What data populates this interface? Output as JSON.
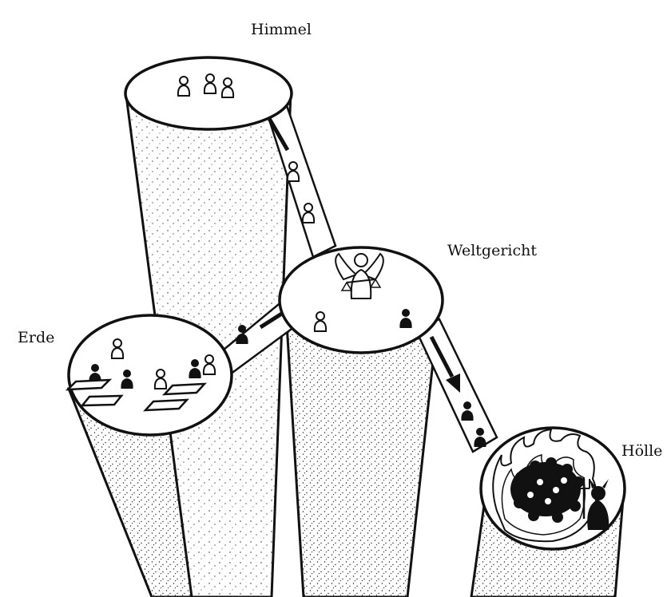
{
  "labels": {
    "himmel": "Himmel",
    "weltgericht": "Weltgericht",
    "erde": "Erde",
    "hoelle": "Hölle"
  },
  "colors": {
    "ink": "#111111",
    "paper": "#ffffff",
    "stipple": "#222222"
  }
}
